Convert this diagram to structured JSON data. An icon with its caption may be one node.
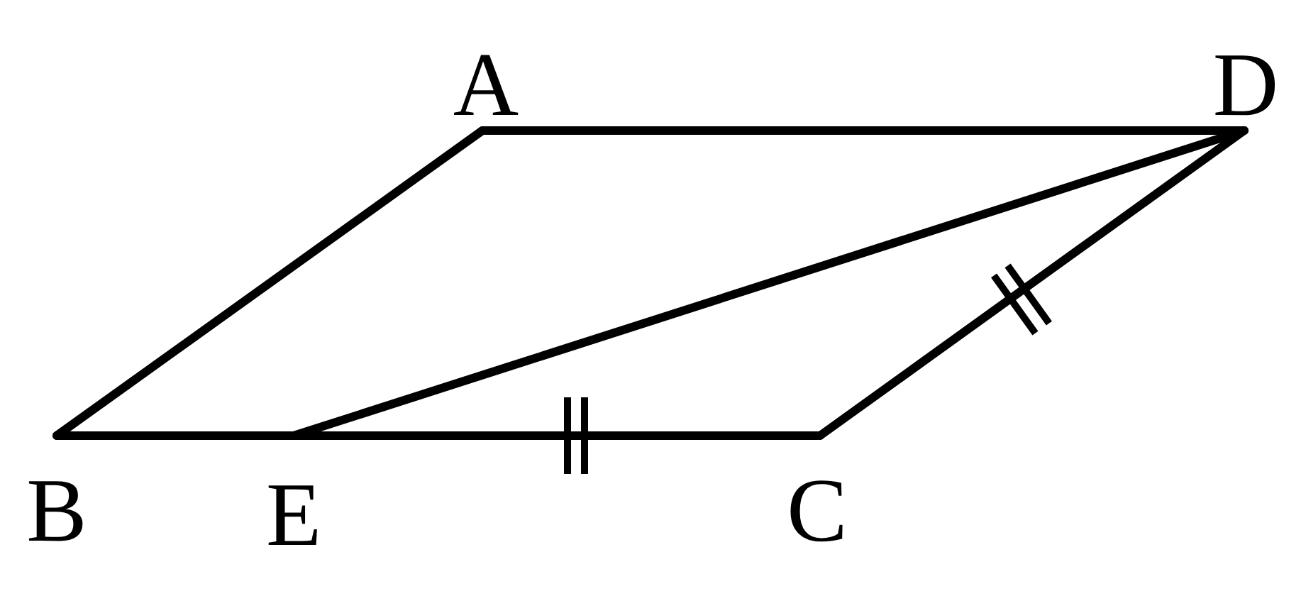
{
  "diagram": {
    "nodes": [
      {
        "text": [
          "A"
        ]
      },
      {
        "text": [
          "D"
        ]
      },
      {
        "text": [
          "B"
        ]
      },
      {
        "text": [
          "E"
        ]
      },
      {
        "text": [
          "C"
        ]
      }
    ],
    "edges": [
      {
        "from": 0,
        "to": 1,
        "arrow": "none"
      },
      {
        "from": 0,
        "to": 2,
        "arrow": "none"
      },
      {
        "from": 2,
        "to": 3,
        "arrow": "none"
      },
      {
        "from": 3,
        "to": 4,
        "arrow": "none"
      },
      {
        "from": 4,
        "to": 1,
        "arrow": "none"
      },
      {
        "from": 3,
        "to": 1,
        "arrow": "none"
      }
    ]
  }
}
